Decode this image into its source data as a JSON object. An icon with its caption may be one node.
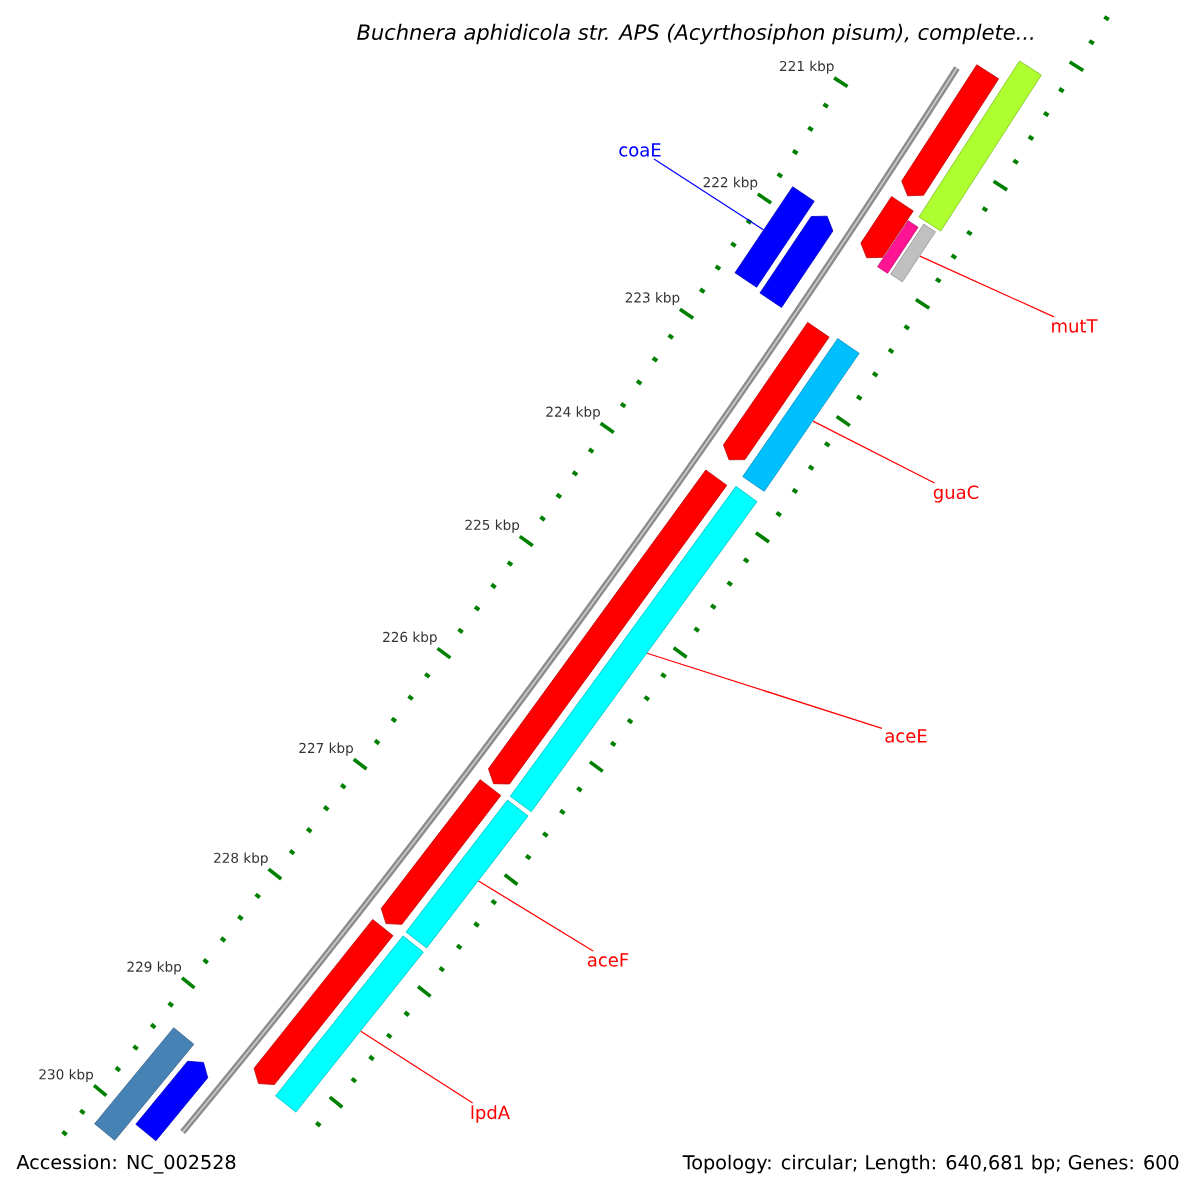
{
  "diagram": {
    "title": "Buchnera aphidicola str. APS (Acyrthosiphon pisum), complete...",
    "nodes": [
      {
        "text": [],
        "shape": "bar"
      },
      {
        "text": [],
        "shape": "bar"
      },
      {
        "text": [
          "coaE"
        ]
      },
      {
        "text": [],
        "shape": "bar"
      },
      {
        "text": [],
        "shape": "bar"
      },
      {
        "text": [],
        "shape": "bar"
      },
      {
        "text": [],
        "shape": "bar"
      },
      {
        "text": [],
        "shape": "bar"
      },
      {
        "text": [
          "mutT"
        ]
      },
      {
        "text": [],
        "shape": "bar"
      },
      {
        "text": [],
        "shape": "bar"
      },
      {
        "text": [
          "guaC"
        ]
      },
      {
        "text": [],
        "shape": "bar"
      },
      {
        "text": [],
        "shape": "bar"
      },
      {
        "text": [
          "aceE"
        ]
      },
      {
        "text": [],
        "shape": "bar"
      },
      {
        "text": [],
        "shape": "bar"
      },
      {
        "text": [
          "aceF"
        ]
      },
      {
        "text": [],
        "shape": "bar"
      },
      {
        "text": [],
        "shape": "bar"
      },
      {
        "text": [],
        "shape": "bar"
      },
      {
        "text": [],
        "shape": "bar"
      },
      {
        "text": [
          "lpdA"
        ]
      }
    ],
    "edges": [
      {
        "from": 2,
        "to": 3,
        "arrow": "none",
        "color": "#0000ff"
      },
      {
        "from": 8,
        "to": 7,
        "arrow": "none"
      },
      {
        "from": 11,
        "to": 10,
        "arrow": "none"
      },
      {
        "from": 14,
        "to": 13,
        "arrow": "none"
      },
      {
        "from": 17,
        "to": 16,
        "arrow": "none"
      },
      {
        "from": 22,
        "to": 20,
        "arrow": "none"
      }
    ],
    "labels": [
      "221 kbp",
      "222 kbp",
      "223 kbp",
      "224 kbp",
      "225 kbp",
      "226 kbp",
      "227 kbp",
      "228 kbp",
      "229 kbp",
      "230 kbp",
      "Accession: NC_002528",
      "Topology: circular; Length: 640,681 bp; Genes: 600"
    ]
  }
}
